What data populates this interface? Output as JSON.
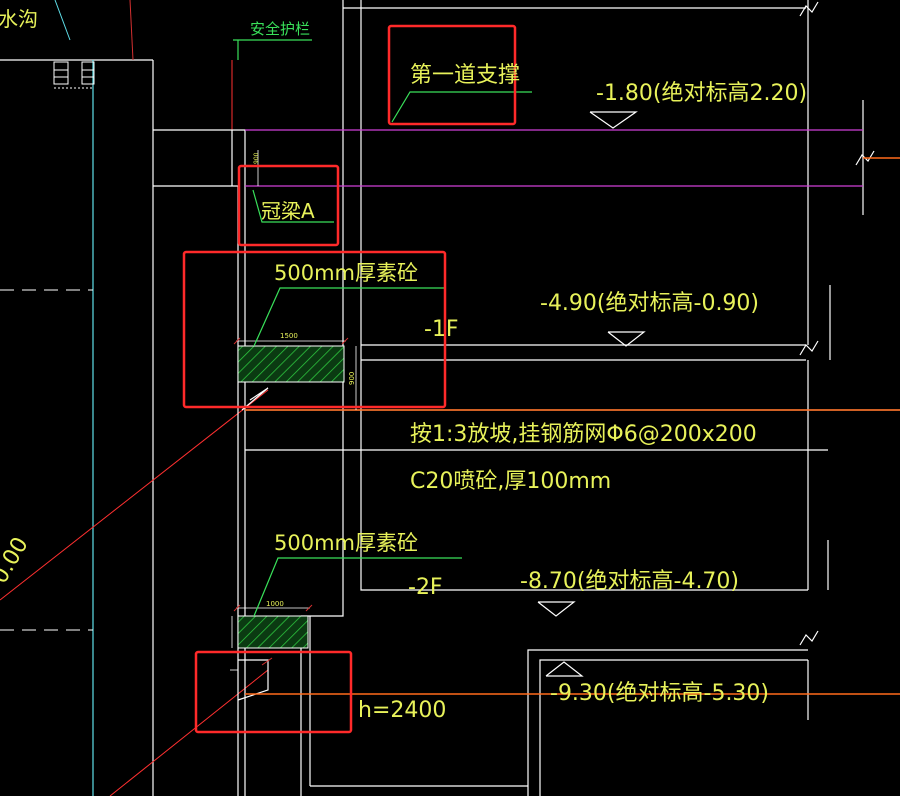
{
  "labels": {
    "drain_ditch": "水沟",
    "safety_railing": "安全护栏",
    "first_brace": "第一道支撑",
    "elev_top": "-1.80(绝对标高2.20)",
    "crown_beam": "冠梁A",
    "plain_concrete_top": "500mm厚素砼",
    "floor_b1": "-1F",
    "elev_b1": "-4.90(绝对标高-0.90)",
    "slope_note_1": "按1:3放坡,挂钢筋网Φ6@200x200",
    "slope_note_2": "C20喷砼,厚100mm",
    "plain_concrete_bottom": "500mm厚素砼",
    "floor_b2": "-2F",
    "elev_b2": "-8.70(绝对标高-4.70)",
    "elev_pit": "-9.30(绝对标高-5.30)",
    "pit_height": "h=2400",
    "dim_1500": "1500",
    "dim_900": "900",
    "dim_1000": "1000",
    "dim_900_crown": "900",
    "slope_ratio": "0.00"
  },
  "colors": {
    "background": "#000000",
    "structure": "#ffffff",
    "text": "#e8f25a",
    "leader": "#39e05a",
    "highlight_box": "#ff2a2a",
    "level_line_magenta": "#d040d8",
    "level_line_orange": "#ff6a1a",
    "cyan_line": "#5fe0ea",
    "hatch": "#2ecc40"
  }
}
